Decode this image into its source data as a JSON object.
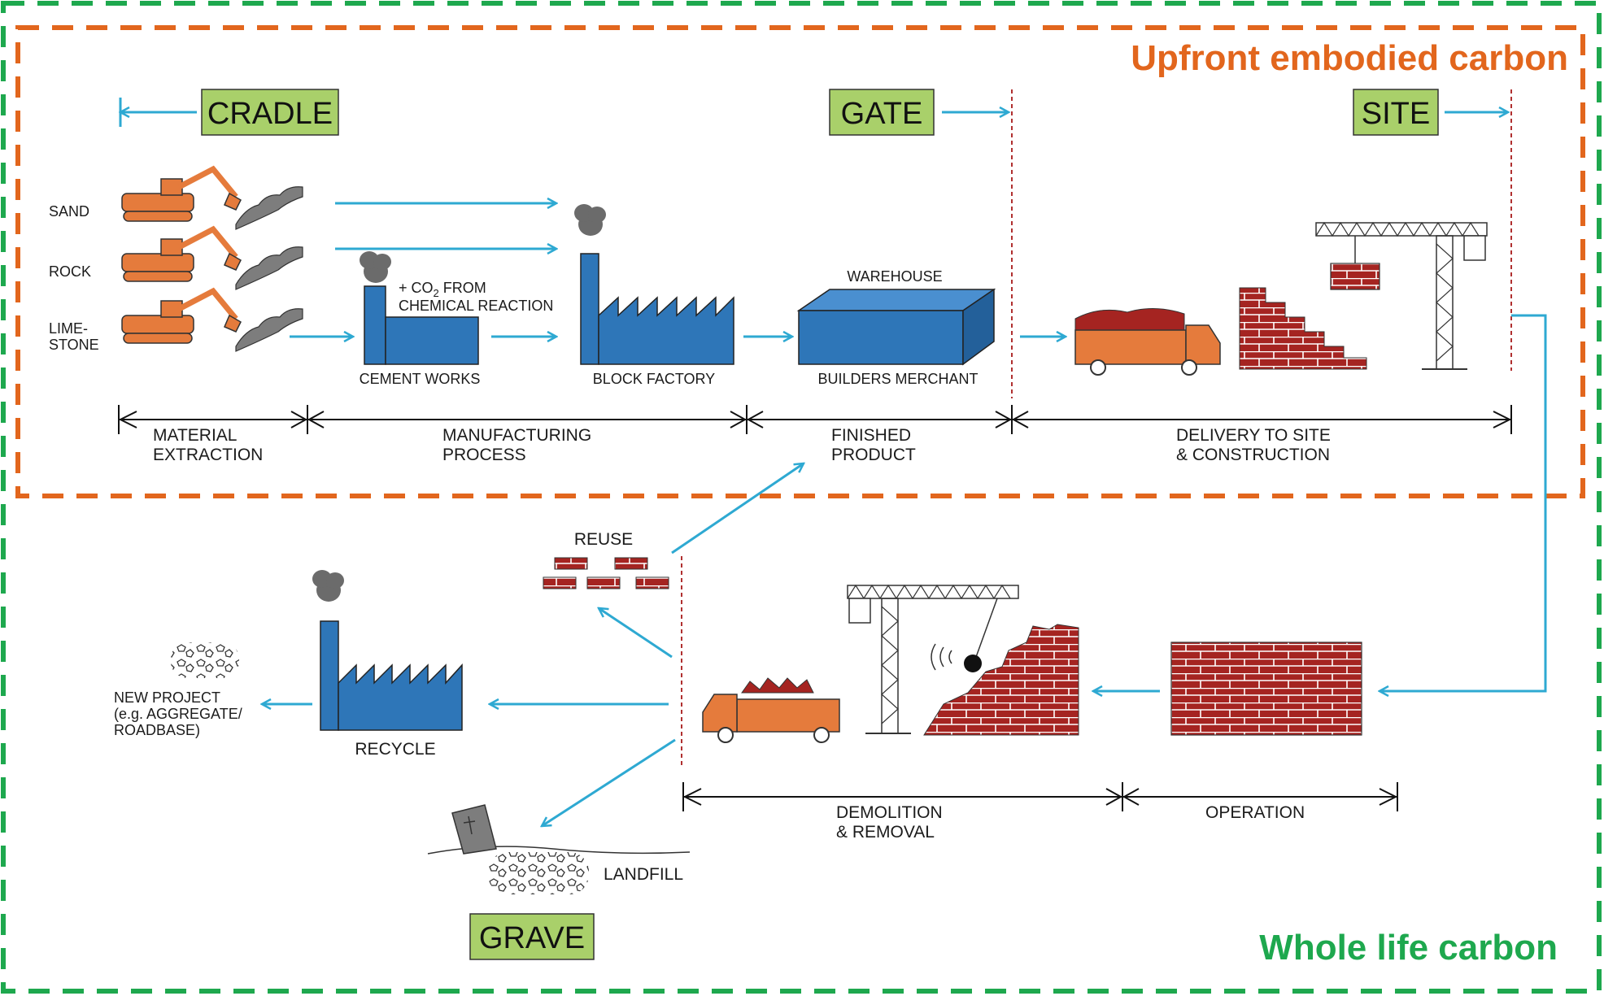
{
  "colors": {
    "whole_life_border": "#1ea84e",
    "upfront_border": "#e2661d",
    "arrow": "#2ea9d2",
    "tag_fill": "#a9d06a",
    "factory": "#2e76b8",
    "smoke": "#6b6b6b",
    "excavator": "#e57b3c",
    "brick": "#a52421",
    "stage_line": "#111111",
    "divider": "#b03030"
  },
  "zones": {
    "upfront_title": "Upfront embodied carbon",
    "whole_life_title": "Whole life carbon"
  },
  "tags": {
    "cradle": "CRADLE",
    "gate": "GATE",
    "site": "SITE",
    "grave": "GRAVE"
  },
  "materials": {
    "sand": "SAND",
    "rock": "ROCK",
    "limestone_1": "LIME-",
    "limestone_2": "STONE"
  },
  "facilities": {
    "co2_line1_pre": "+ CO",
    "co2_sub": "2",
    "co2_line1_post": " FROM",
    "co2_line2": "CHEMICAL  REACTION",
    "cement_works": "CEMENT WORKS",
    "block_factory": "BLOCK FACTORY",
    "warehouse": "WAREHOUSE",
    "builders_merchant": "BUILDERS MERCHANT"
  },
  "stages_top": [
    {
      "line1": "MATERIAL",
      "line2": "EXTRACTION"
    },
    {
      "line1": "MANUFACTURING",
      "line2": "PROCESS"
    },
    {
      "line1": "FINISHED",
      "line2": "PRODUCT"
    },
    {
      "line1": "DELIVERY TO SITE",
      "line2": "& CONSTRUCTION"
    }
  ],
  "stages_bottom": [
    {
      "line1": "DEMOLITION",
      "line2": "& REMOVAL"
    },
    {
      "line1": "OPERATION",
      "line2": ""
    }
  ],
  "end_of_life": {
    "reuse": "REUSE",
    "recycle": "RECYCLE",
    "landfill": "LANDFILL",
    "new_project_1": "NEW PROJECT",
    "new_project_2": "(e.g. AGGREGATE/",
    "new_project_3": "ROADBASE)"
  }
}
